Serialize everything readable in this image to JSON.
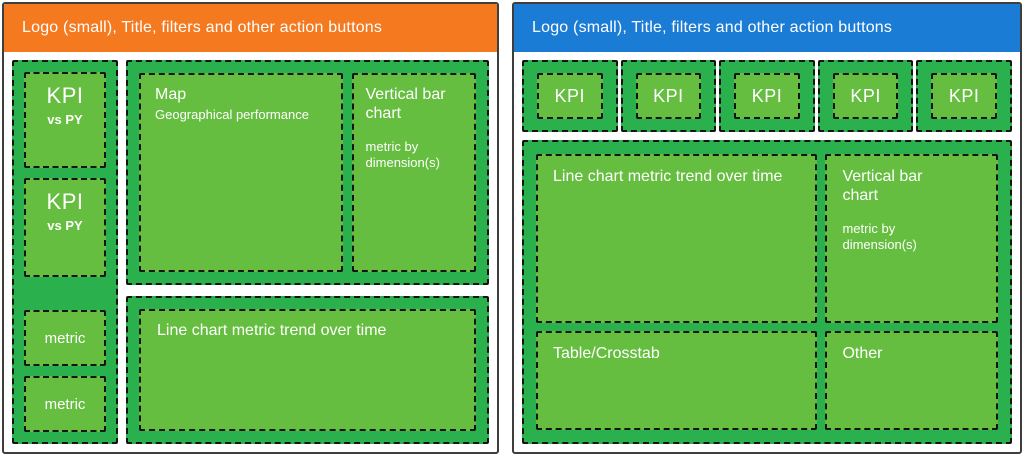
{
  "colors": {
    "header_orange": "#f5791f",
    "header_blue": "#1b7cd6",
    "green_dark": "#2ab14d",
    "green_light": "#65be3f",
    "dashed_border": "#141414",
    "panel_border": "#3e3e3e",
    "text": "#ffffff"
  },
  "left_dashboard": {
    "header_title": "Logo (small), Title, filters and other action buttons",
    "kpi_column": {
      "kpis": [
        {
          "title": "KPI",
          "subtitle": "vs PY"
        },
        {
          "title": "KPI",
          "subtitle": "vs PY"
        }
      ],
      "metrics": [
        {
          "label": "metric"
        },
        {
          "label": "metric"
        }
      ]
    },
    "map_section": {
      "map": {
        "title": "Map",
        "subtitle": "Geographical performance"
      },
      "bar_chart": {
        "title": "Vertical bar chart",
        "subtitle": "metric by dimension(s)"
      }
    },
    "line_chart": {
      "title": "Line chart metric trend over time"
    }
  },
  "right_dashboard": {
    "header_title": "Logo (small), Title, filters and other action buttons",
    "kpis": [
      {
        "title": "KPI"
      },
      {
        "title": "KPI"
      },
      {
        "title": "KPI"
      },
      {
        "title": "KPI"
      },
      {
        "title": "KPI"
      }
    ],
    "main": {
      "line_chart": {
        "title": "Line chart metric trend over time"
      },
      "bar_chart": {
        "title": "Vertical bar chart",
        "subtitle": "metric by dimension(s)"
      },
      "table": {
        "title": "Table/Crosstab"
      },
      "other": {
        "title": "Other"
      }
    }
  }
}
